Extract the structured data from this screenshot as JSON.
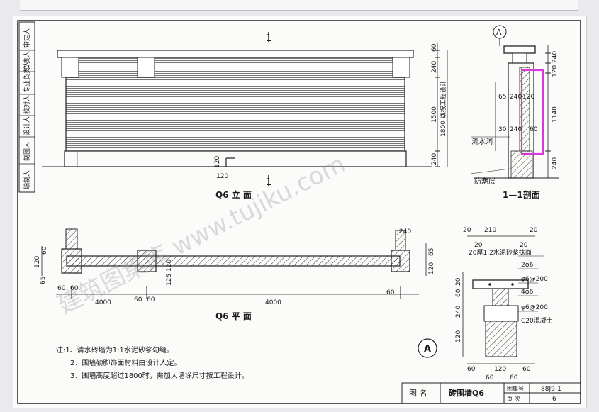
{
  "sidebar_labels": [
    "审定人",
    "负责人",
    "专业负责人",
    "校对人",
    "设计人",
    "制图人",
    "编制人"
  ],
  "elevation": {
    "title": "Q6 立 面",
    "section_mark": "1",
    "dims_right": [
      "60",
      "240",
      "1500",
      "240"
    ],
    "dim_note": "1800 或按工程设计",
    "drain": [
      "120",
      "120"
    ]
  },
  "section": {
    "circle": "A",
    "title": "1—1剖面",
    "dims_left": [
      "65",
      "240",
      "30",
      "240"
    ],
    "dims_right": [
      "240",
      "120",
      "1140",
      "240"
    ],
    "dims_inner": [
      "120",
      "60"
    ],
    "labels": [
      "流水洞",
      "防潮层"
    ]
  },
  "plan": {
    "title": "Q6 平 面",
    "spans": [
      "4000",
      "4000"
    ],
    "left_dims": [
      "60",
      "120",
      "60",
      "65",
      "60"
    ],
    "mid_dims": [
      "60",
      "60",
      "120",
      "125"
    ],
    "right_dims": [
      "240",
      "65",
      "120",
      "60"
    ]
  },
  "detail": {
    "circle": "A",
    "top_dims": [
      "20",
      "210",
      "20"
    ],
    "top_dims2": [
      "20",
      "20"
    ],
    "notes": [
      "20厚1:2水泥砂浆抹面",
      "2φ6",
      "φ6@200",
      "4φ6",
      "φ6@200",
      "C20混凝土"
    ],
    "left_dims": [
      "20",
      "60",
      "240",
      "120"
    ],
    "bottom_dims": [
      "60",
      "120",
      "60",
      "60",
      "60"
    ]
  },
  "notes": {
    "head": "注:1、清水砖墙为1:1水泥砂浆勾缝。",
    "n2": "2、围墙勒脚饰面材料由设计人定。",
    "n3": "3、围墙高度超过1800时，需加大墙垛尺寸按工程设计。"
  },
  "titleblock": {
    "name_label": "图 名",
    "name": "砖围墙Q6",
    "atlas_label": "图集号",
    "atlas": "88J9-1",
    "page_label": "页 次",
    "page": "6"
  },
  "watermark": "建筑图集库 www.tujiku.com",
  "highlight_color": "#d63ad6"
}
